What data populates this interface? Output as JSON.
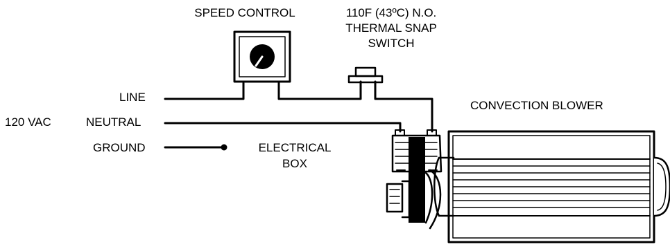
{
  "labels": {
    "speed_control": "SPEED CONTROL",
    "thermal_switch": [
      "110F (43ºC) N.O.",
      "THERMAL SNAP",
      "SWITCH"
    ],
    "line": "LINE",
    "supply_voltage": "120 VAC",
    "neutral": "NEUTRAL",
    "ground": "GROUND",
    "electrical_box": [
      "ELECTRICAL",
      "BOX"
    ],
    "blower": "CONVECTION BLOWER"
  },
  "colors": {
    "ink": "#000000",
    "background": "#ffffff"
  }
}
